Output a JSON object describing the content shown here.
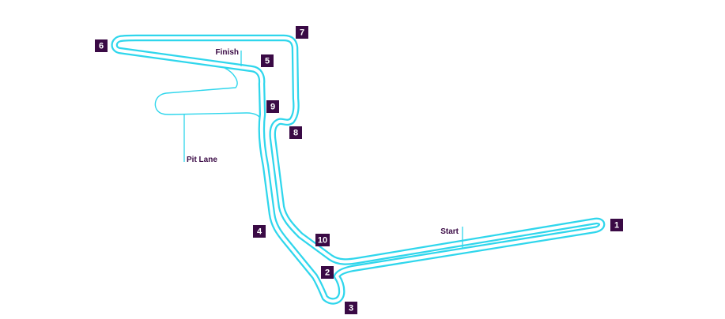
{
  "colors": {
    "track": "#2fd6ec",
    "turn_box": "#3a0a45",
    "text": "#3a0a45",
    "background": "#ffffff"
  },
  "turns": [
    {
      "label": "1"
    },
    {
      "label": "2"
    },
    {
      "label": "3"
    },
    {
      "label": "4"
    },
    {
      "label": "5"
    },
    {
      "label": "6"
    },
    {
      "label": "7"
    },
    {
      "label": "8"
    },
    {
      "label": "9"
    },
    {
      "label": "10"
    }
  ],
  "callouts": {
    "start": "Start",
    "finish": "Finish",
    "pit_lane": "Pit Lane"
  }
}
